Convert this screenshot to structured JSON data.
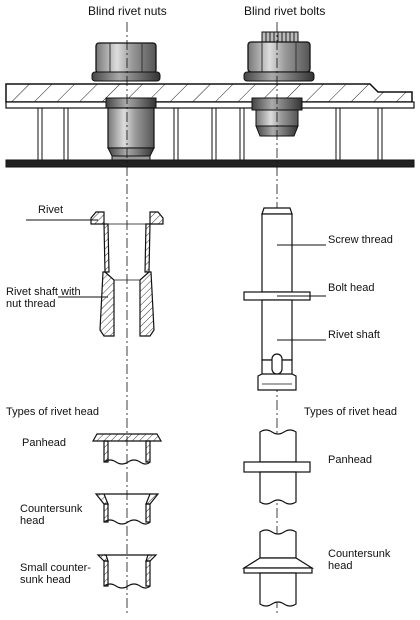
{
  "headers": {
    "left": "Blind rivet nuts",
    "right": "Blind rivet bolts"
  },
  "labels": {
    "rivet": "Rivet",
    "rivet_shaft_nut_thread": "Rivet shaft with\nnut thread",
    "screw_thread": "Screw thread",
    "bolt_head": "Bolt head",
    "rivet_shaft": "Rivet shaft"
  },
  "types": {
    "left_title": "Types of rivet head",
    "right_title": "Types of rivet head",
    "left": {
      "panhead": "Panhead",
      "countersunk": "Countersunk\nhead",
      "small_countersunk": "Small counter-\nsunk head"
    },
    "right": {
      "panhead": "Panhead",
      "countersunk": "Countersunk\nhead"
    }
  }
}
